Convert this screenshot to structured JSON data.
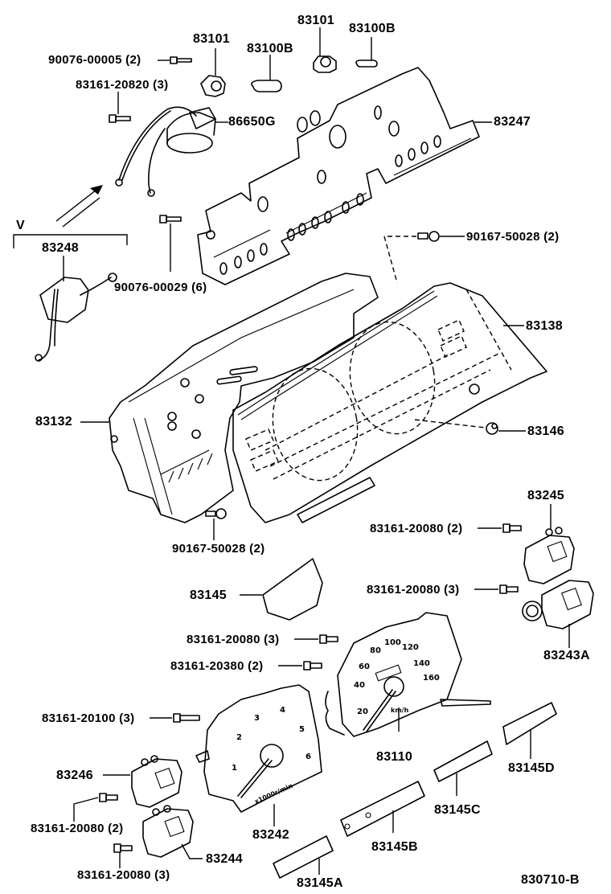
{
  "diagram": {
    "drawing_number": "830710-B",
    "view_marker": "V",
    "callouts": {
      "bolt_top_left": "90076-00005 (2)",
      "screw_top_left": "83161-20820 (3)",
      "socket_left": "83101",
      "bulb_left": "83100B",
      "socket_right": "83101",
      "bulb_right": "83100B",
      "wire_harness": "86650G",
      "printed_circuit_plate": "83247",
      "sub_assy_view": "83248",
      "screw_circuit_plate": "90076-00029 (6)",
      "screw_case_top": "90167-50028 (2)",
      "glass_cluster": "83138",
      "case_cluster": "83132",
      "lens_bulb": "83146",
      "screw_case_bottom": "90167-50028 (2)",
      "gauge_right_upper": "83245",
      "screw_gauge_right_upper": "83161-20080 (2)",
      "screw_gauge_right_lower": "83161-20080 (3)",
      "gauge_right_lower": "83243A",
      "plate_small": "83145",
      "screw_speedo_a": "83161-20080 (3)",
      "screw_speedo_b": "83161-20380 (2)",
      "speedometer": "83110",
      "screw_tacho": "83161-20100 (3)",
      "gauge_left_upper": "83246",
      "screw_gauge_left_upper": "83161-20080 (2)",
      "gauge_left_lower": "83244",
      "screw_gauge_left_lower": "83161-20080 (3)",
      "tachometer": "83242",
      "plate_a": "83145A",
      "plate_b": "83145B",
      "plate_c": "83145C",
      "plate_d": "83145D"
    },
    "speedometer_dial": {
      "unit": "km/h",
      "ticks": [
        "20",
        "40",
        "60",
        "80",
        "100",
        "120",
        "140",
        "160"
      ]
    },
    "tachometer_dial": {
      "unit": "x1000r/min",
      "ticks": [
        "1",
        "2",
        "3",
        "4",
        "5",
        "6"
      ]
    }
  }
}
